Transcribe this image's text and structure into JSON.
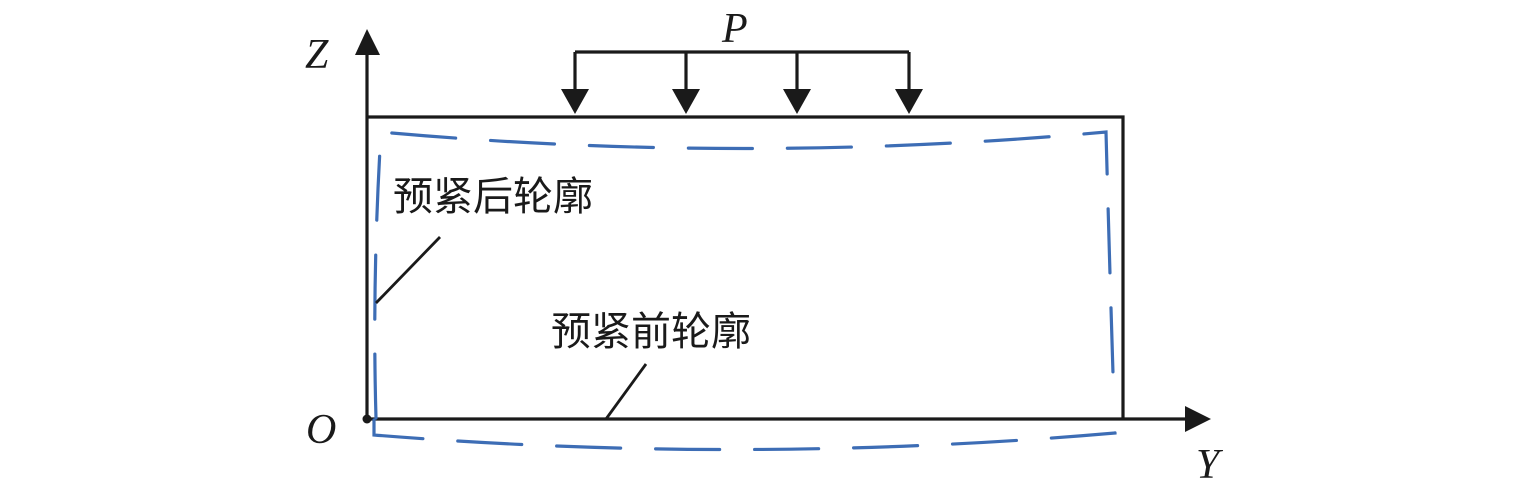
{
  "figure": {
    "axes": {
      "z_label": "Z",
      "y_label": "Y",
      "origin_label": "O"
    },
    "load": {
      "label": "P",
      "arrow_count": 4
    },
    "annotations": {
      "after_preload": "预紧后轮廓",
      "before_preload": "预紧前轮廓"
    },
    "colors": {
      "outline": "#1a1a1a",
      "deformed_outline": "#3d6db5"
    }
  }
}
